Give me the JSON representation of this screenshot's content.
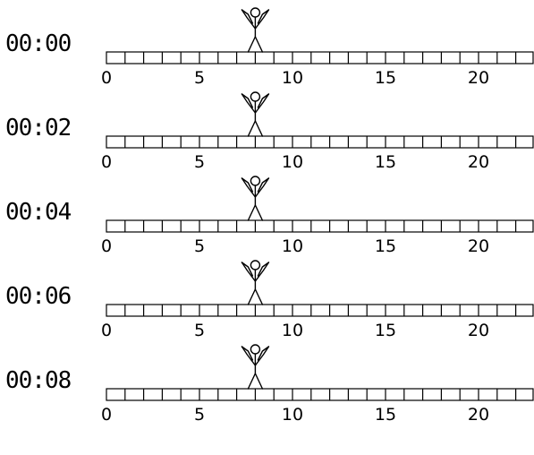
{
  "panels": [
    {
      "time": "00:00",
      "position": 8
    },
    {
      "time": "00:02",
      "position": 8
    },
    {
      "time": "00:04",
      "position": 8
    },
    {
      "time": "00:06",
      "position": 8
    },
    {
      "time": "00:08",
      "position": 8
    }
  ],
  "track": {
    "cell_count": 23,
    "tick_values": [
      0,
      5,
      10,
      15,
      20
    ],
    "tick_labels": [
      "0",
      "5",
      "10",
      "15",
      "20"
    ]
  },
  "figure_icon": "person-reading-icon",
  "colors": {
    "stroke": "#000000",
    "background": "#ffffff"
  }
}
